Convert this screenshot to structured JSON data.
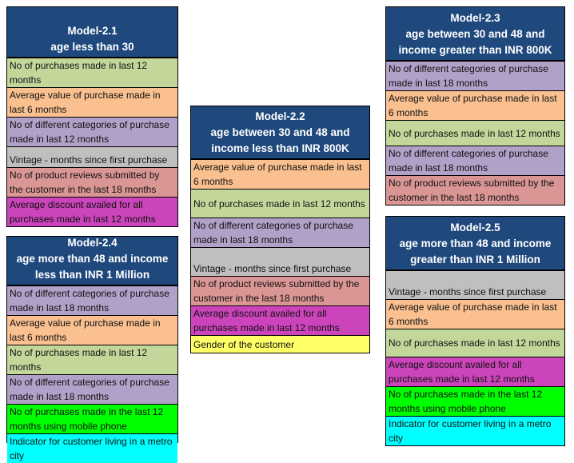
{
  "colors": {
    "header": "#1f497d",
    "green": "#c4d79b",
    "orange": "#fac090",
    "purple": "#b1a0c7",
    "gray": "#bfbfbf",
    "rose": "#da9694",
    "magenta": "#cc44bb",
    "lime": "#00ff00",
    "cyan": "#00ffff",
    "yellow": "#ffff66"
  },
  "models": [
    {
      "id": "m21",
      "title": "Model-2.1",
      "subtitle": [
        "age less than 30"
      ],
      "rows": [
        {
          "text": "No of purchases made in last 12 months",
          "color": "green"
        },
        {
          "text": "Average value of purchase made in last 6 months",
          "color": "orange"
        },
        {
          "text": "No of different categories of purchase made in last 12 months",
          "color": "purple"
        },
        {
          "text": "Vintage - months since first purchase",
          "color": "gray"
        },
        {
          "text": "No of product reviews submitted by the customer in the last 18 months",
          "color": "rose"
        },
        {
          "text": "Average discount availed for all purchases made in last 12 months",
          "color": "magenta"
        }
      ]
    },
    {
      "id": "m24",
      "title": "Model-2.4",
      "subtitle": [
        "age more than 48 and income",
        "less than INR 1 Million"
      ],
      "rows": [
        {
          "text": "No of different categories of purchase made in last 18 months",
          "color": "purple"
        },
        {
          "text": "Average value of purchase made in last 6 months",
          "color": "orange"
        },
        {
          "text": "No of purchases made in last 12 months",
          "color": "green"
        },
        {
          "text": "No of different categories of purchase made in last 18 months",
          "color": "purple"
        },
        {
          "text": "No of purchases made in the last 12 months using mobile phone",
          "color": "lime"
        },
        {
          "text": "Indicator for customer living in a metro city",
          "color": "cyan"
        }
      ]
    },
    {
      "id": "m22",
      "title": "Model-2.2",
      "subtitle": [
        "age between 30 and 48 and",
        "income less than INR 800K"
      ],
      "rows": [
        {
          "text": "Average value of purchase made in last 6 months",
          "color": "orange"
        },
        {
          "text": "No of purchases made in last 12 months",
          "color": "green"
        },
        {
          "text": "No of different categories of purchase made in last 18 months",
          "color": "purple"
        },
        {
          "text": "Vintage - months since first purchase",
          "color": "gray"
        },
        {
          "text": "No of product reviews submitted by the customer in the last 18 months",
          "color": "rose"
        },
        {
          "text": "Average discount availed for all purchases made in last 12 months",
          "color": "magenta"
        },
        {
          "text": "Gender of the customer",
          "color": "yellow"
        }
      ]
    },
    {
      "id": "m23",
      "title": "Model-2.3",
      "subtitle": [
        "age between 30 and 48 and",
        "income greater than INR 800K"
      ],
      "rows": [
        {
          "text": "No of different categories of purchase made in last 18 months",
          "color": "purple"
        },
        {
          "text": "Average value of purchase made in last 6 months",
          "color": "orange"
        },
        {
          "text": "No of purchases made in last 12 months",
          "color": "green"
        },
        {
          "text": "No of different categories of purchase made in last 18 months",
          "color": "purple"
        },
        {
          "text": "No of product reviews submitted by the customer in the last 18 months",
          "color": "rose"
        }
      ]
    },
    {
      "id": "m25",
      "title": "Model-2.5",
      "subtitle": [
        "age more than 48 and income",
        "greater than INR 1 Million"
      ],
      "rows": [
        {
          "text": "Vintage - months since first purchase",
          "color": "gray"
        },
        {
          "text": "Average value of purchase made in last 6 months",
          "color": "orange"
        },
        {
          "text": "No of purchases made in last 12 months",
          "color": "green"
        },
        {
          "text": "Average discount availed for all purchases made in last 12 months",
          "color": "magenta"
        },
        {
          "text": "No of purchases made in the last 12 months using mobile phone",
          "color": "lime"
        },
        {
          "text": "Indicator for customer living in a metro city",
          "color": "cyan"
        }
      ]
    }
  ]
}
